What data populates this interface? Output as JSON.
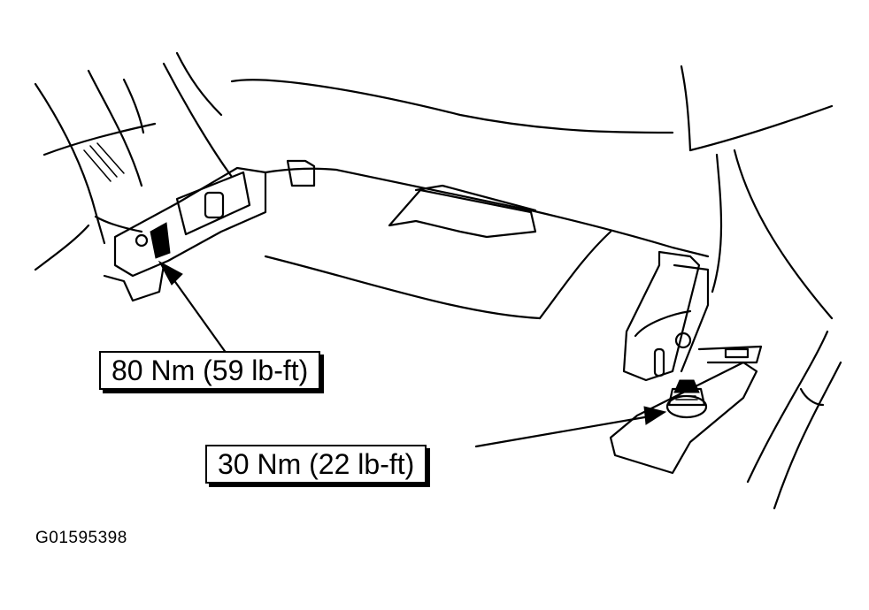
{
  "callouts": {
    "left_torque": "80 Nm (59 lb-ft)",
    "right_torque": "30 Nm (22 lb-ft)"
  },
  "figure_id": "G01595398"
}
